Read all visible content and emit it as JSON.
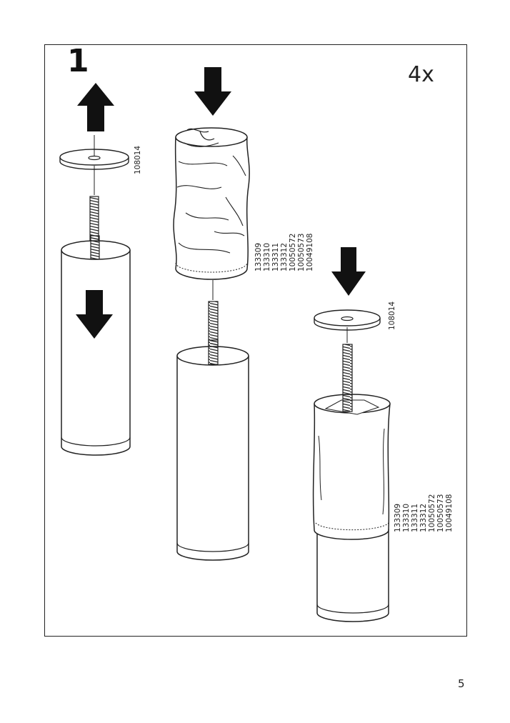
{
  "step": {
    "number": "1",
    "quantity": "4x"
  },
  "washer_left": {
    "part_number": "108014"
  },
  "washer_right": {
    "part_number": "108014"
  },
  "cover_middle": {
    "part_numbers": [
      "133309",
      "133310",
      "133311",
      "133312",
      "10050572",
      "10050573",
      "10049108"
    ]
  },
  "cover_right": {
    "part_numbers": [
      "133309",
      "133310",
      "133311",
      "133312",
      "10050572",
      "10050573",
      "10049108"
    ]
  },
  "page": {
    "number": "5"
  }
}
